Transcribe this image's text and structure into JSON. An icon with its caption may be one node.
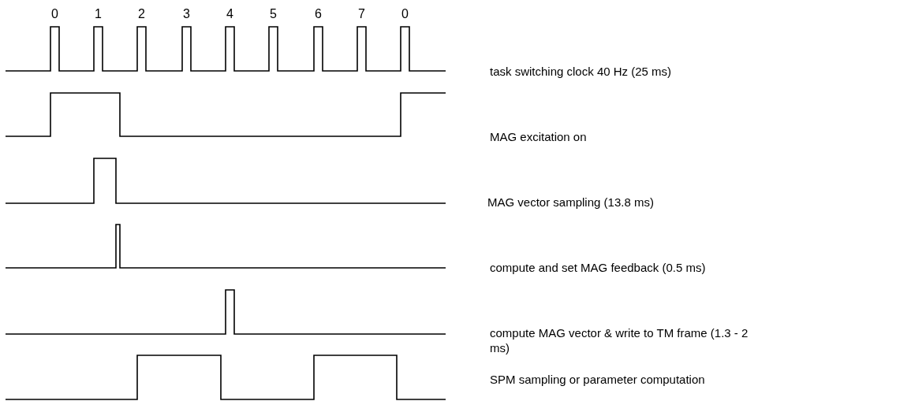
{
  "diagram": {
    "labels": [
      "0",
      "1",
      "2",
      "3",
      "4",
      "5",
      "6",
      "7",
      "0",
      "task switching clock 40 Hz (25 ms)",
      "MAG excitation on",
      "MAG vector sampling (13.8 ms)",
      "compute and set MAG feedback (0.5 ms)",
      "compute MAG vector & write to TM frame (1.3 - 2 ms)",
      "SPM sampling or parameter computation"
    ]
  }
}
